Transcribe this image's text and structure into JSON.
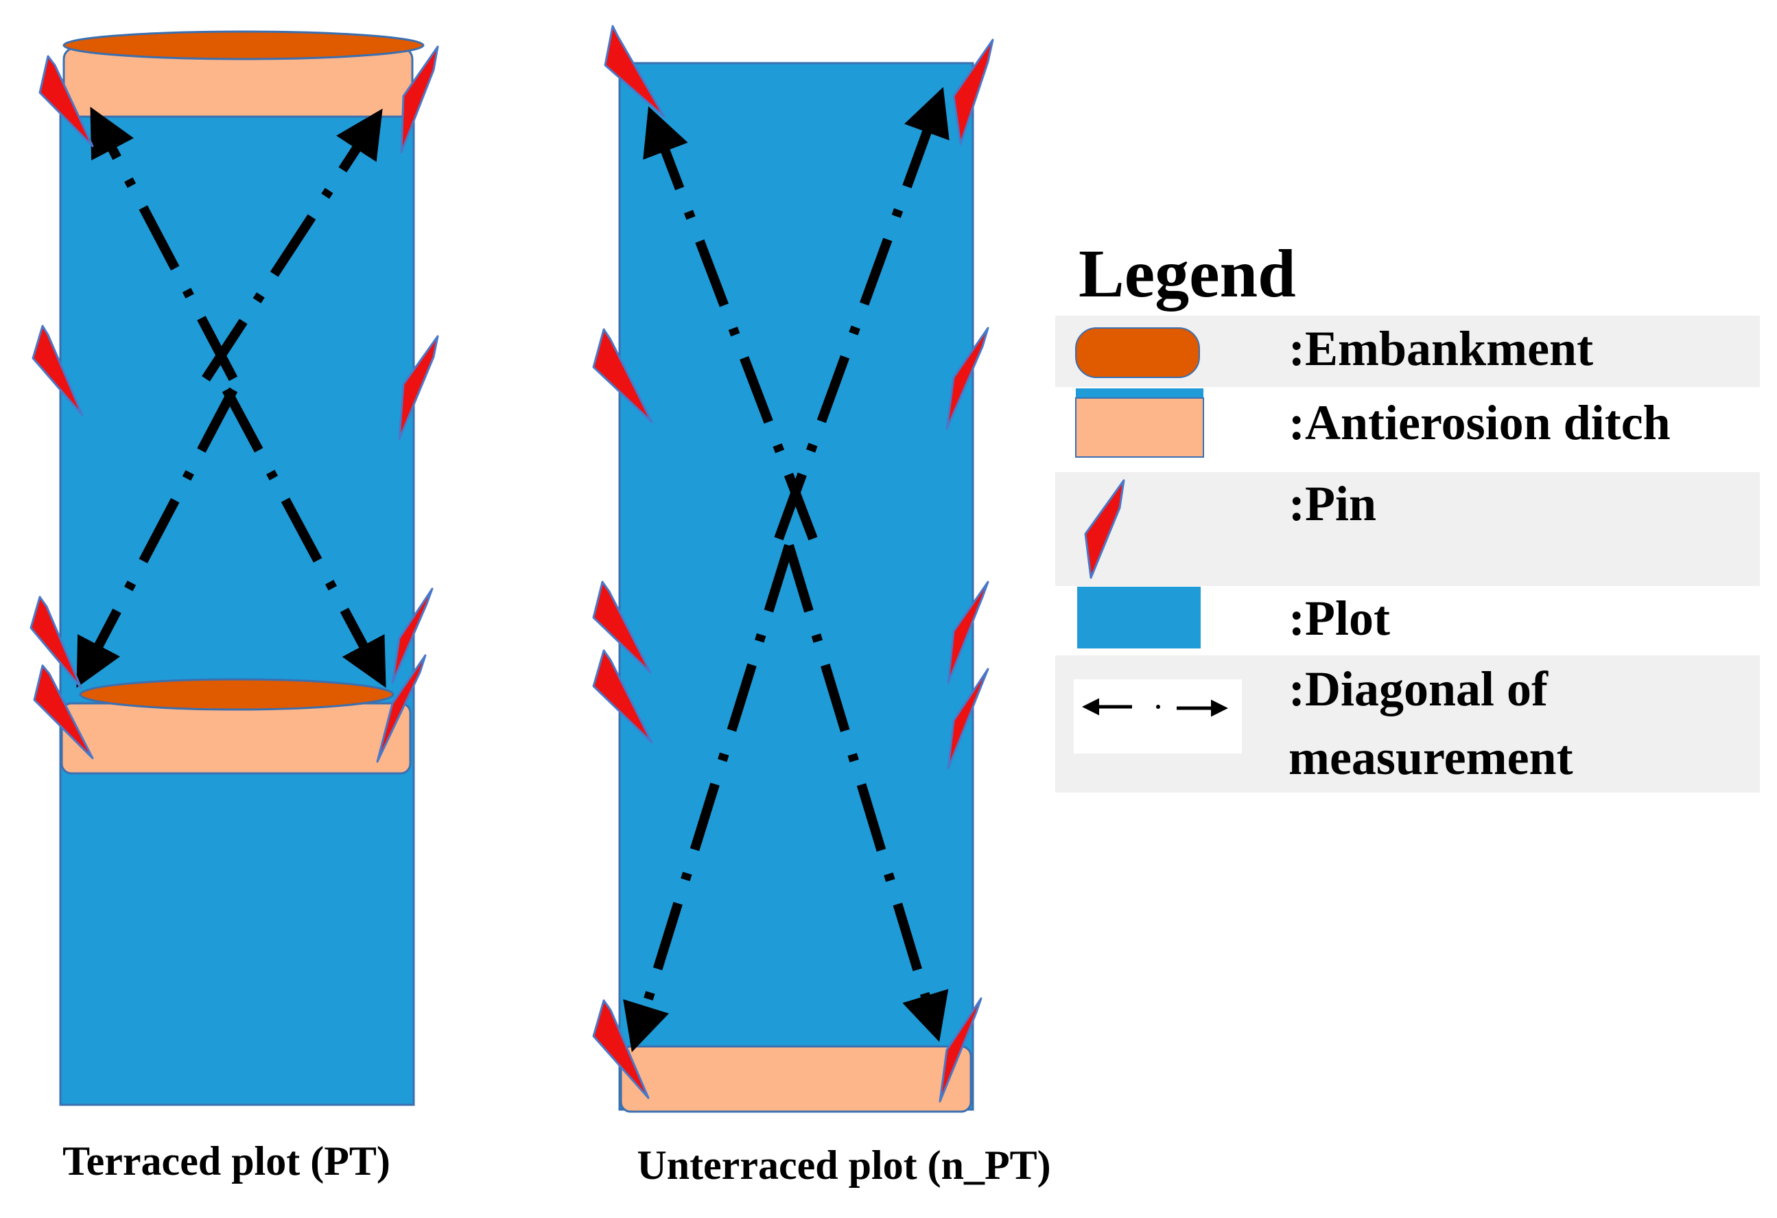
{
  "diagram": {
    "plots": [
      {
        "id": "terraced",
        "caption": "Terraced plot (PT)"
      },
      {
        "id": "unterraced",
        "caption": "Unterraced plot (n_PT)"
      }
    ]
  },
  "legend": {
    "title": "Legend",
    "items": [
      {
        "key": "embankment",
        "label": ":Embankment"
      },
      {
        "key": "ditch",
        "label": ":Antierosion ditch"
      },
      {
        "key": "pin",
        "label": ":Pin"
      },
      {
        "key": "plot",
        "label": ":Plot"
      },
      {
        "key": "diagonal",
        "label_line1": ":Diagonal of",
        "label_line2": "measurement"
      }
    ]
  },
  "colors": {
    "plot": "#1f9bd8",
    "plot_border": "#3a6fb0",
    "embankment": "#e05a00",
    "ditch": "#fdb58a",
    "pin": "#ee1111",
    "pin_outline": "#4a78c8",
    "arrow": "#000000",
    "legend_band": "#f0f0f0"
  }
}
